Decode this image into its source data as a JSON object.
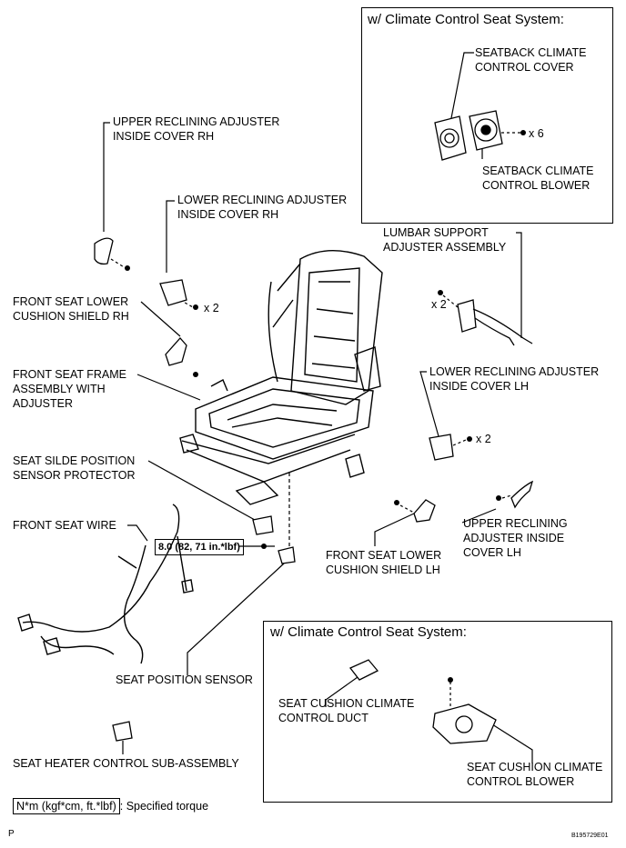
{
  "boxes": {
    "seatback_title": "w/ Climate Control Seat System:",
    "cushion_title": "w/ Climate Control Seat System:"
  },
  "labels": {
    "seatback_cover_1": "SEATBACK CLIMATE",
    "seatback_cover_2": "CONTROL COVER",
    "seatback_blower_1": "SEATBACK CLIMATE",
    "seatback_blower_2": "CONTROL BLOWER",
    "upper_rh_1": "UPPER RECLINING ADJUSTER",
    "upper_rh_2": "INSIDE COVER RH",
    "lower_rh_1": "LOWER RECLINING ADJUSTER",
    "lower_rh_2": "INSIDE COVER RH",
    "lumbar_1": "LUMBAR SUPPORT",
    "lumbar_2": "ADJUSTER ASSEMBLY",
    "shield_rh_1": "FRONT SEAT LOWER",
    "shield_rh_2": "CUSHION SHIELD RH",
    "frame_1": "FRONT SEAT FRAME",
    "frame_2": "ASSEMBLY WITH",
    "frame_3": "ADJUSTER",
    "lower_lh_1": "LOWER RECLINING ADJUSTER",
    "lower_lh_2": "INSIDE COVER LH",
    "slide_1": "SEAT SILDE POSITION",
    "slide_2": "SENSOR PROTECTOR",
    "wire": "FRONT SEAT WIRE",
    "shield_lh_1": "FRONT SEAT LOWER",
    "shield_lh_2": "CUSHION SHIELD LH",
    "upper_lh_1": "UPPER RECLINING",
    "upper_lh_2": "ADJUSTER INSIDE",
    "upper_lh_3": "COVER LH",
    "position_sensor": "SEAT POSITION SENSOR",
    "duct_1": "SEAT CUSHION CLIMATE",
    "duct_2": "CONTROL DUCT",
    "cushion_blower_1": "SEAT CUSHION CLIMATE",
    "cushion_blower_2": "CONTROL BLOWER",
    "heater": "SEAT HEATER CONTROL SUB-ASSEMBLY"
  },
  "quantities": {
    "x6": "x 6",
    "x2_lower_rh": "x 2",
    "x2_lumbar": "x 2",
    "x2_lower_lh": "x 2"
  },
  "torque": {
    "value": "8.0 (82, 71 in.*lbf)",
    "legend_box": "N*m (kgf*cm, ft.*lbf)",
    "legend_text": ": Specified torque"
  },
  "footer": {
    "left": "P",
    "right": "B195729E01"
  }
}
